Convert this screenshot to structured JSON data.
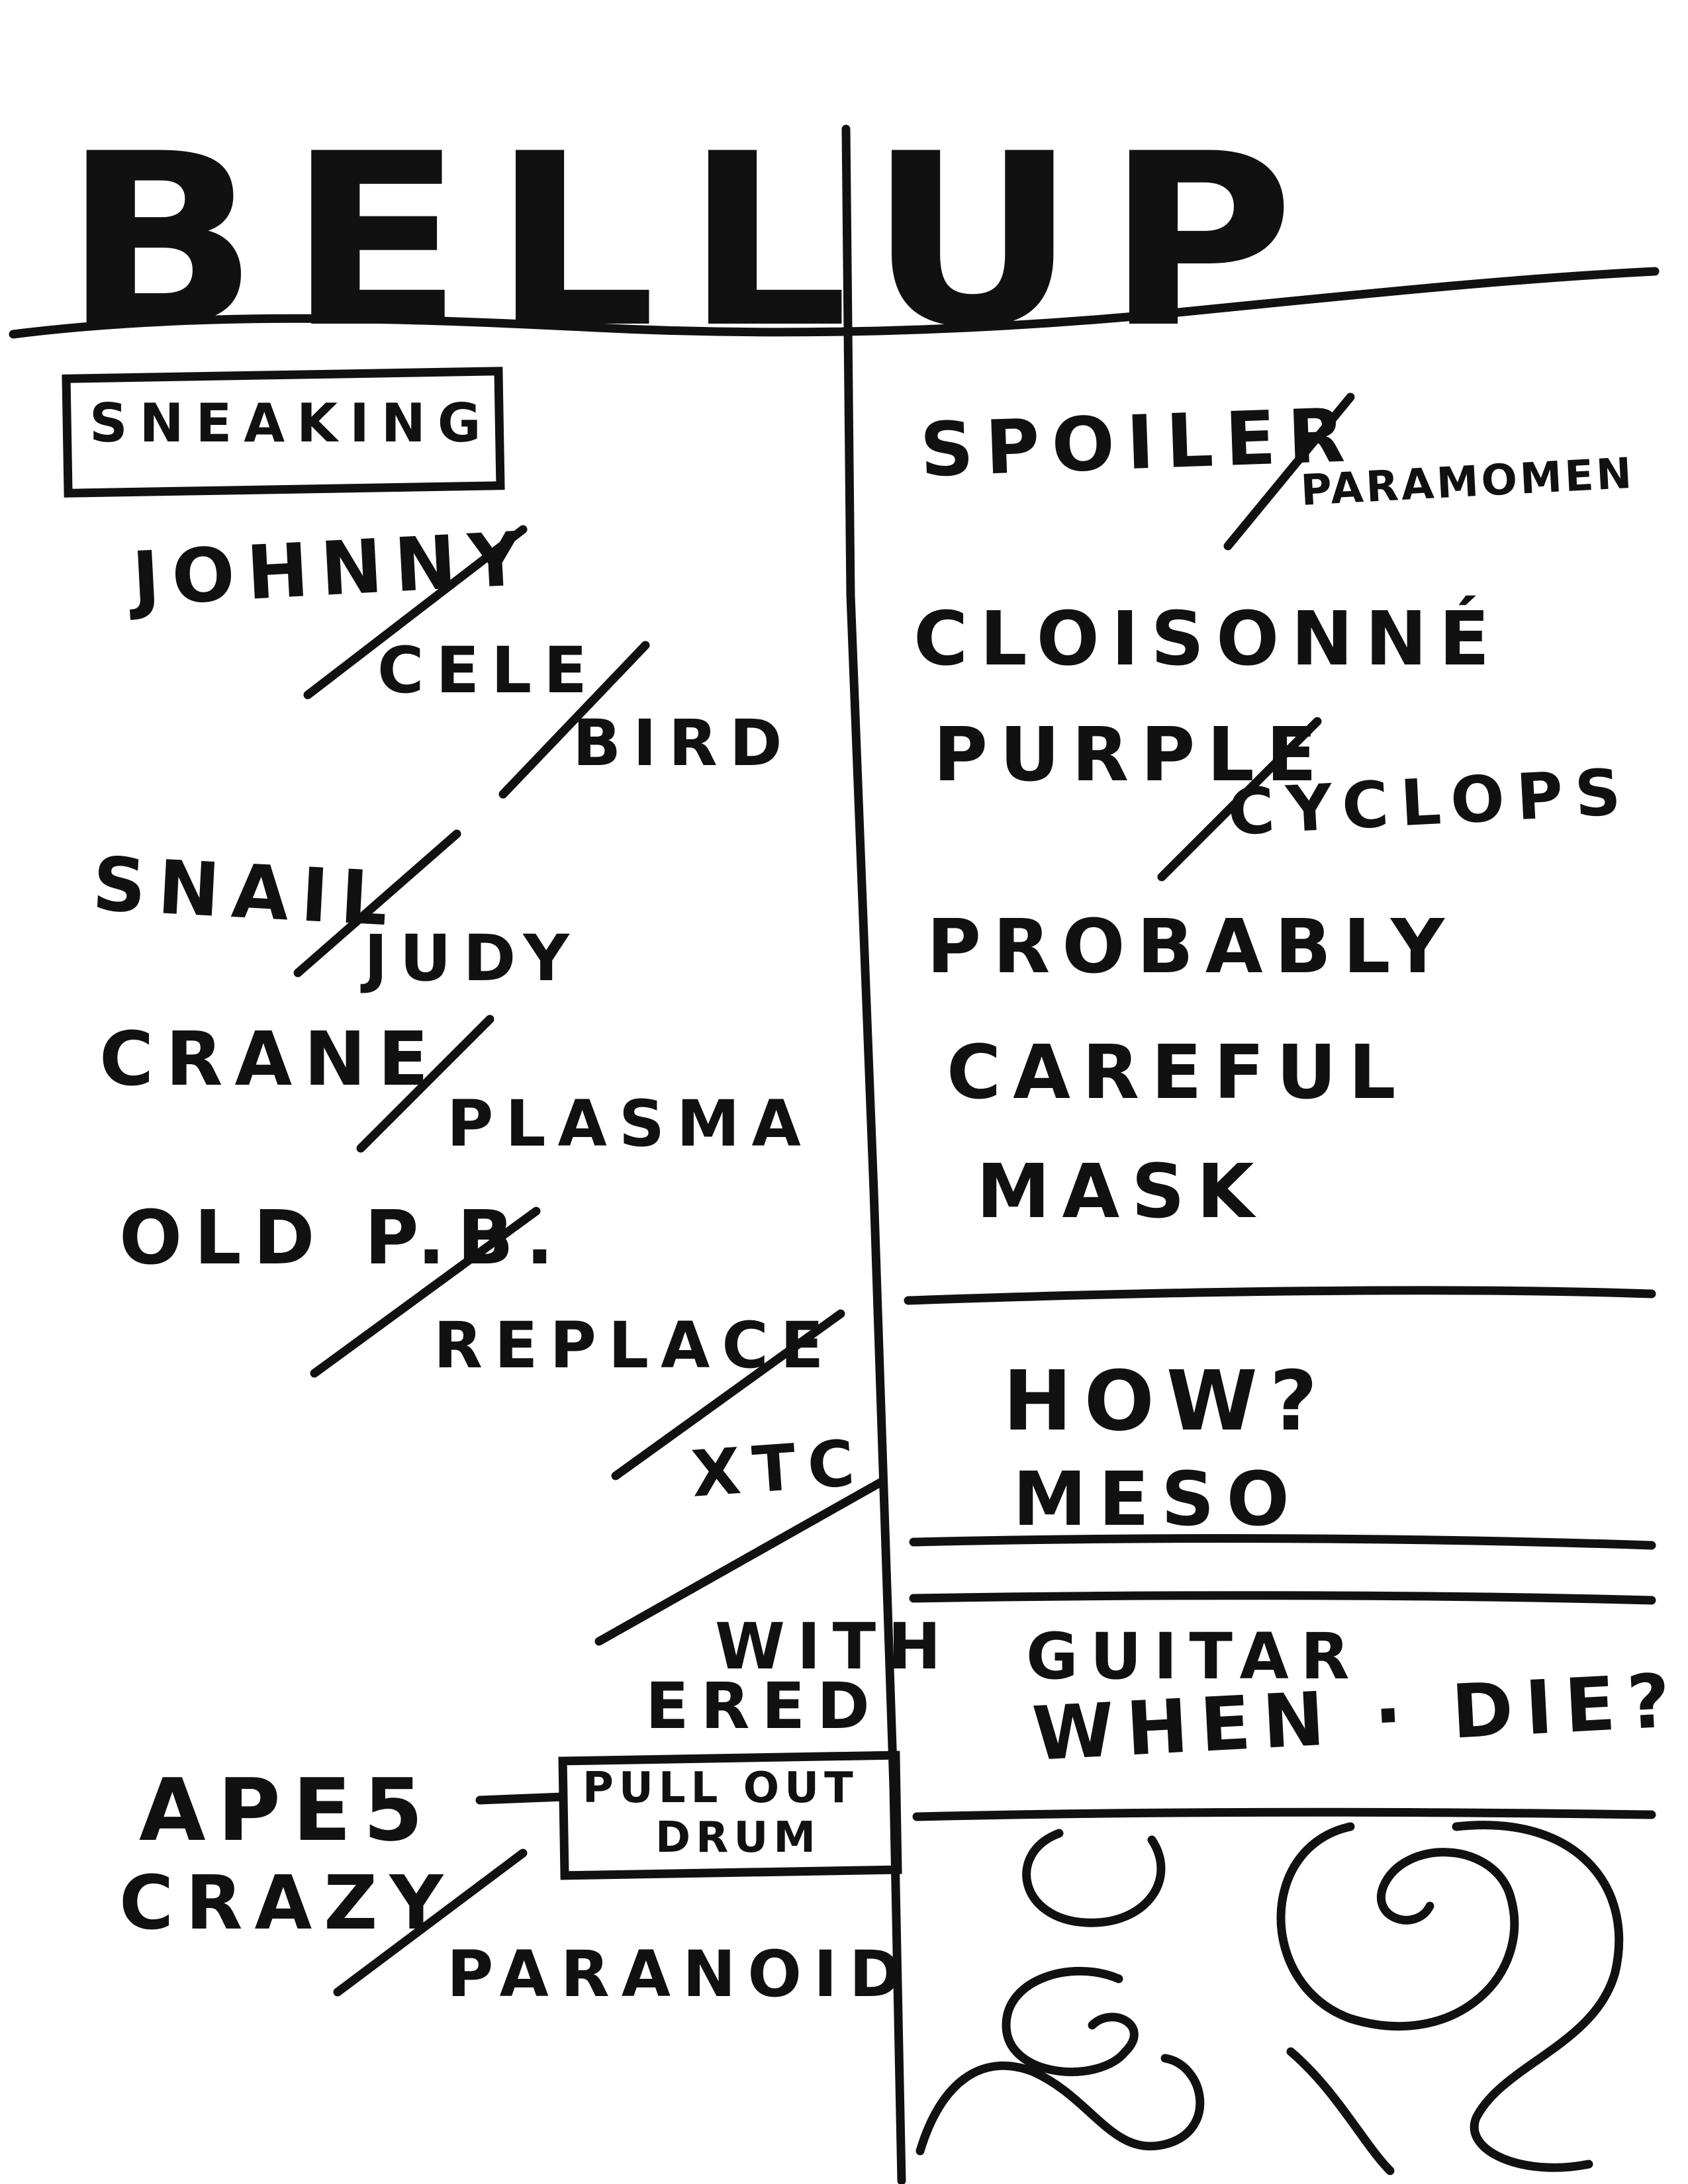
{
  "title": "BELLUP",
  "left_column": {
    "boxed_heading": "SNEAKING",
    "items": {
      "johnny": "JOHNNY",
      "cele": "CELE",
      "bird": "BIRD",
      "snail": "SNAIL",
      "judy": "JUDY",
      "crane": "CRANE",
      "plasma": "PLASMA",
      "old_pb": "OLD P.B.",
      "replace": "REPLACE",
      "xtc": "XTC",
      "with": "WITH",
      "ered": "ERED",
      "apes": "APE5",
      "pull_out_drum_line1": "PULL OUT",
      "pull_out_drum_line2": "DRUM",
      "crazy": "CRAZY",
      "paranoid": "PARANOID"
    }
  },
  "right_column": {
    "section1": {
      "spoiler": "SPOILER",
      "paramomen": "PARAMOMEN",
      "cloisonne": "CLOISONNÉ",
      "purple": "PURPLE",
      "cyclops": "CYCLOPS",
      "probably": "PROBABLY",
      "careful": "CAREFUL",
      "mask": "MASK"
    },
    "section2": {
      "how": "HOW?",
      "meso": "MESO"
    },
    "section3": {
      "guitar": "GUITAR",
      "when_die": "WHEN · DIE?"
    }
  }
}
